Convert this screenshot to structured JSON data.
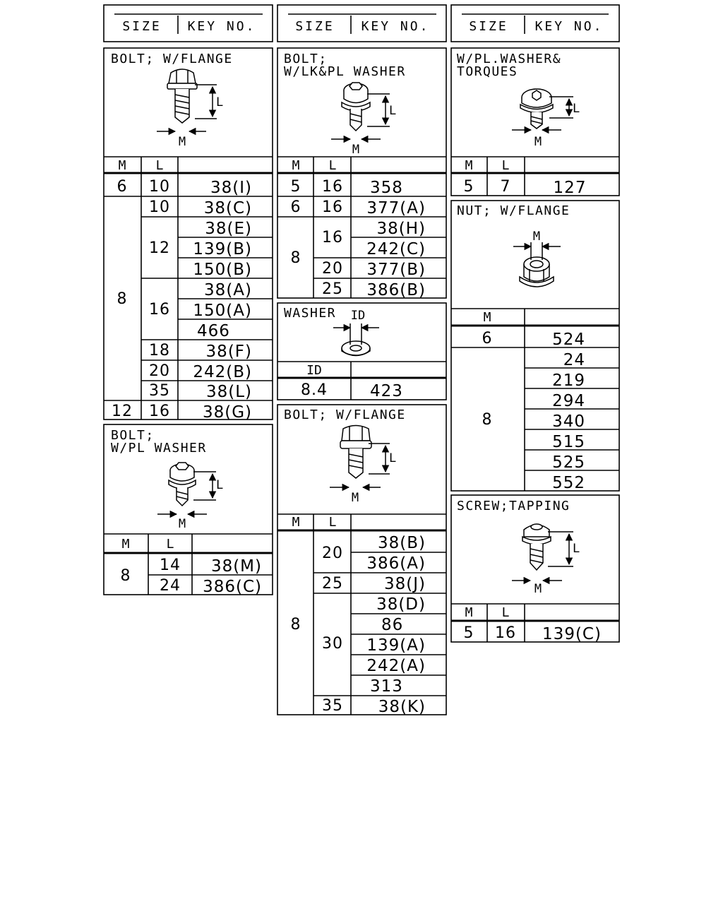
{
  "headers": [
    {
      "size": "SIZE",
      "key": "KEY NO."
    },
    {
      "size": "SIZE",
      "key": "KEY NO."
    },
    {
      "size": "SIZE",
      "key": "KEY NO."
    }
  ],
  "dims": {
    "m": "M",
    "l": "L",
    "id": "ID"
  },
  "bolt_flange_1": {
    "title": "BOLT; W/FLANGE",
    "col_m": "M",
    "col_l": "L",
    "rows": [
      {
        "m": "6",
        "l": "10",
        "key": "38(I)"
      },
      {
        "m": "8",
        "l": "10",
        "key": "38(C)"
      },
      {
        "m": "8",
        "l": "12",
        "key": "38(E)"
      },
      {
        "m": "8",
        "l": "12",
        "key": "139(B)"
      },
      {
        "m": "8",
        "l": "12",
        "key": "150(B)"
      },
      {
        "m": "8",
        "l": "16",
        "key": "38(A)"
      },
      {
        "m": "8",
        "l": "16",
        "key": "150(A)"
      },
      {
        "m": "8",
        "l": "16",
        "key": "466"
      },
      {
        "m": "8",
        "l": "18",
        "key": "38(F)"
      },
      {
        "m": "8",
        "l": "20",
        "key": "242(B)"
      },
      {
        "m": "8",
        "l": "35",
        "key": "38(L)"
      },
      {
        "m": "12",
        "l": "16",
        "key": "38(G)"
      }
    ]
  },
  "bolt_pl_washer": {
    "title_line1": "BOLT;",
    "title_line2": "W/PL WASHER",
    "col_m": "M",
    "col_l": "L",
    "rows": [
      {
        "m": "8",
        "l": "14",
        "key": "38(M)"
      },
      {
        "m": "8",
        "l": "24",
        "key": "386(C)"
      }
    ]
  },
  "bolt_lk_pl_washer": {
    "title_line1": "BOLT;",
    "title_line2": "W/LK&PL WASHER",
    "col_m": "M",
    "col_l": "L",
    "rows": [
      {
        "m": "5",
        "l": "16",
        "key": "358"
      },
      {
        "m": "6",
        "l": "16",
        "key": "377(A)"
      },
      {
        "m": "8",
        "l": "16",
        "key": "38(H)"
      },
      {
        "m": "8",
        "l": "16",
        "key": "242(C)"
      },
      {
        "m": "8",
        "l": "20",
        "key": "377(B)"
      },
      {
        "m": "8",
        "l": "25",
        "key": "386(B)"
      }
    ]
  },
  "washer": {
    "title": "WASHER",
    "col_id": "ID",
    "rows": [
      {
        "id": "8.4",
        "key": "423"
      }
    ]
  },
  "bolt_flange_2": {
    "title": "BOLT; W/FLANGE",
    "col_m": "M",
    "col_l": "L",
    "rows": [
      {
        "m": "8",
        "l": "20",
        "key": "38(B)"
      },
      {
        "m": "8",
        "l": "20",
        "key": "386(A)"
      },
      {
        "m": "8",
        "l": "25",
        "key": "38(J)"
      },
      {
        "m": "8",
        "l": "30",
        "key": "38(D)"
      },
      {
        "m": "8",
        "l": "30",
        "key": "86"
      },
      {
        "m": "8",
        "l": "30",
        "key": "139(A)"
      },
      {
        "m": "8",
        "l": "30",
        "key": "242(A)"
      },
      {
        "m": "8",
        "l": "30",
        "key": "313"
      },
      {
        "m": "8",
        "l": "35",
        "key": "38(K)"
      }
    ]
  },
  "washer_torques": {
    "title_line1": "W/PL.WASHER&",
    "title_line2": "TORQUES",
    "col_m": "M",
    "col_l": "L",
    "rows": [
      {
        "m": "5",
        "l": "7",
        "key": "127"
      }
    ]
  },
  "nut_flange": {
    "title": "NUT; W/FLANGE",
    "col_m": "M",
    "rows": [
      {
        "m": "6",
        "key": "524"
      },
      {
        "m": "8",
        "key": "24"
      },
      {
        "m": "8",
        "key": "219"
      },
      {
        "m": "8",
        "key": "294"
      },
      {
        "m": "8",
        "key": "340"
      },
      {
        "m": "8",
        "key": "515"
      },
      {
        "m": "8",
        "key": "525"
      },
      {
        "m": "8",
        "key": "552"
      }
    ]
  },
  "screw_tapping": {
    "title": "SCREW;TAPPING",
    "col_m": "M",
    "col_l": "L",
    "rows": [
      {
        "m": "5",
        "l": "16",
        "key": "139(C)"
      }
    ]
  }
}
